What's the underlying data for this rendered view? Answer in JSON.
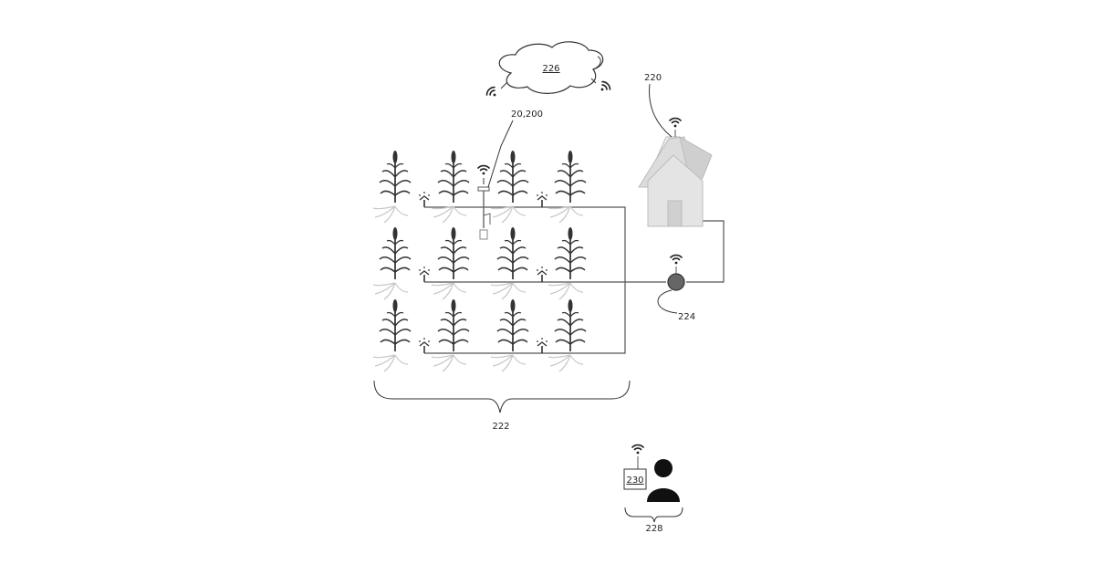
{
  "labels": {
    "cloud": "226",
    "house": "220",
    "sensor": "20,200",
    "hub": "224",
    "field": "222",
    "device": "230",
    "user": "228"
  },
  "icons": {
    "plant": "corn-plant-icon",
    "sprinkler": "sprinkler-icon",
    "wireless": "wifi-icon",
    "person": "person-icon",
    "building": "farmhouse-icon",
    "network": "cloud-icon"
  },
  "colors": {
    "ink": "#222222",
    "pipe": "#555555",
    "hub_fill": "#666666",
    "house_fill": "#e6e6e6"
  }
}
